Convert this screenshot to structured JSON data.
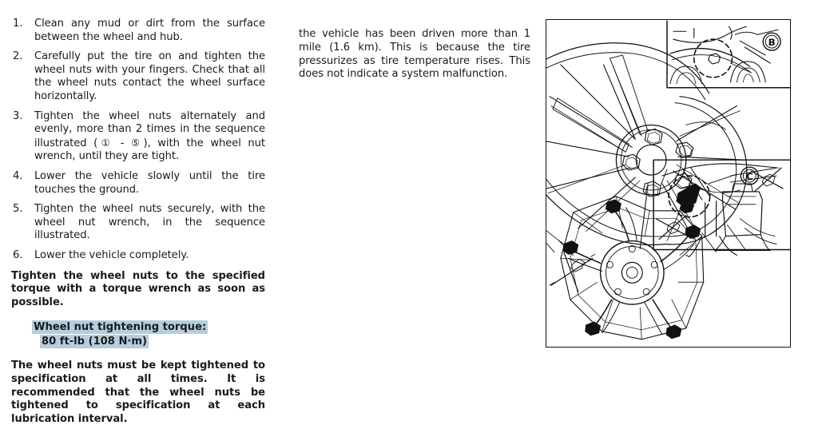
{
  "page": {
    "background": "#ffffff",
    "text_color": "#1a1a1a",
    "highlight_color": "#b5cedd"
  },
  "left_column": {
    "steps": [
      {
        "number": "1.",
        "text": "Clean any mud or dirt from the surface between the wheel and hub."
      },
      {
        "number": "2.",
        "text": "Carefully put the tire on and tighten the wheel nuts with your fingers. Check that all the wheel nuts contact the wheel surface horizontally."
      },
      {
        "number": "3.",
        "text_before": "Tighten the wheel nuts alternately and evenly, more than 2 times in the sequence illustrated (",
        "circled_first": "①",
        "text_dash": " - ",
        "circled_last": "⑤",
        "text_after": "), with the wheel nut wrench, until they are tight."
      },
      {
        "number": "4.",
        "text": "Lower the vehicle slowly until the tire touches the ground."
      },
      {
        "number": "5.",
        "text": "Tighten the wheel nuts securely, with the wheel nut wrench, in the sequence illustrated."
      },
      {
        "number": "6.",
        "text": "Lower the vehicle completely."
      }
    ],
    "lead_bold": "Tighten the wheel nuts to the specified torque with a torque wrench as soon as possible.",
    "torque": {
      "title": "Wheel nut tightening torque:",
      "value": "80 ft-lb (108 N·m)"
    },
    "tail_bold": "The wheel nuts must be kept tightened to specification at all times. It is recommended that the wheel nuts be tightened to specification at each lubrication interval."
  },
  "middle_column": {
    "paragraph": "the vehicle has been driven more than 1 mile (1.6 km). This is because the tire pressurizes as tire temperature rises. This does not indicate a system malfunction."
  },
  "figure": {
    "caption_b": "B",
    "caption_c": "C",
    "description": "Line drawing of an alloy wheel and hub with five wheel nuts, plus two magnified detail insets labeled B and C"
  }
}
